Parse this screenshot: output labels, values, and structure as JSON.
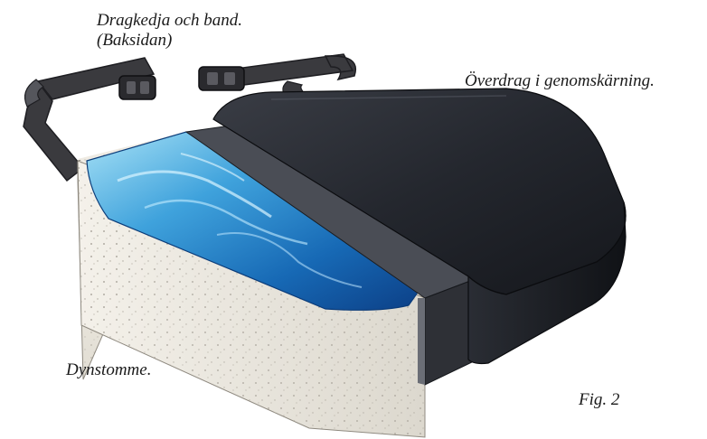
{
  "labels": {
    "straps_line1": "Dragkedja och band.",
    "straps_line2": "(Baksidan)",
    "cover": "Överdrag i genomskärning.",
    "base": "Dynstomme.",
    "figure": "Fig. 2"
  },
  "colors": {
    "gel_light": "#7fd0f0",
    "gel_mid": "#2f8fd0",
    "gel_dark": "#0f4f9a",
    "foam": "#eeeae0",
    "cover_dark": "#1e2026",
    "strap": "#3a3a3e"
  }
}
